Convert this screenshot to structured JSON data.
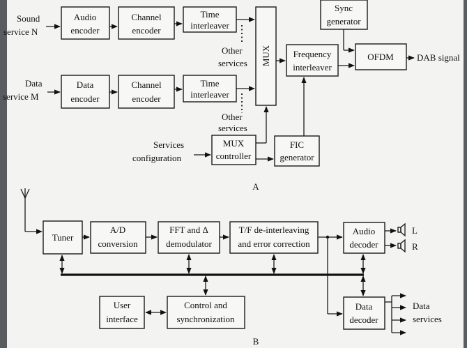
{
  "diagram_a": {
    "caption": "A",
    "inputs": {
      "sound_line1": "Sound",
      "sound_line2": "service N",
      "data_line1": "Data",
      "data_line2": "service M",
      "config_line1": "Services",
      "config_line2": "configuration"
    },
    "blocks": {
      "audio_encoder": [
        "Audio",
        "encoder"
      ],
      "data_encoder": [
        "Data",
        "encoder"
      ],
      "channel_encoder": [
        "Channel",
        "encoder"
      ],
      "time_interleaver": [
        "Time",
        "interleaver"
      ],
      "mux": "MUX",
      "mux_controller": [
        "MUX",
        "controller"
      ],
      "fic_generator": [
        "FIC",
        "generator"
      ],
      "frequency_interleaver": [
        "Frequency",
        "interleaver"
      ],
      "sync_generator": [
        "Sync",
        "generator"
      ],
      "ofdm": "OFDM"
    },
    "other_services": [
      "Other",
      "services"
    ],
    "output": "DAB signal"
  },
  "diagram_b": {
    "caption": "B",
    "blocks": {
      "tuner": "Tuner",
      "ad_conversion": [
        "A/D",
        "conversion"
      ],
      "fft": [
        "FFT and Δ",
        "demodulator"
      ],
      "tf": [
        "T/F de-interleaving",
        "and error correction"
      ],
      "audio_decoder": [
        "Audio",
        "decoder"
      ],
      "data_decoder": [
        "Data",
        "decoder"
      ],
      "user_interface": [
        "User",
        "interface"
      ],
      "control": [
        "Control and",
        "synchronization"
      ]
    },
    "speakers": {
      "left": "L",
      "right": "R"
    },
    "data_services": [
      "Data",
      "services"
    ]
  }
}
